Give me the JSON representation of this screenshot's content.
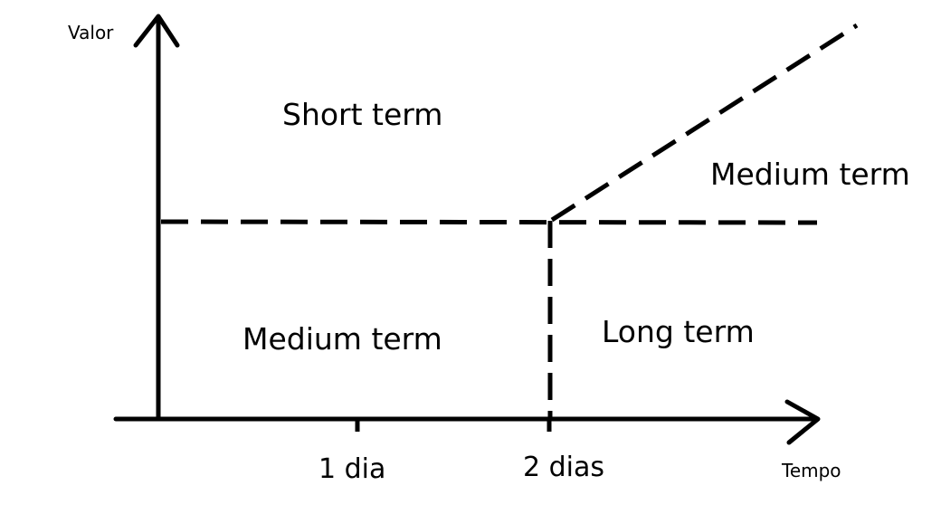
{
  "axes": {
    "y_label": "Valor",
    "x_label": "Tempo"
  },
  "ticks": [
    {
      "label": "1 dia"
    },
    {
      "label": "2 dias"
    }
  ],
  "regions": {
    "top_left": "Short term",
    "top_right": "Medium term",
    "bottom_left": "Medium term",
    "bottom_right": "Long term"
  },
  "colors": {
    "stroke": "#000000",
    "background": "#ffffff"
  }
}
